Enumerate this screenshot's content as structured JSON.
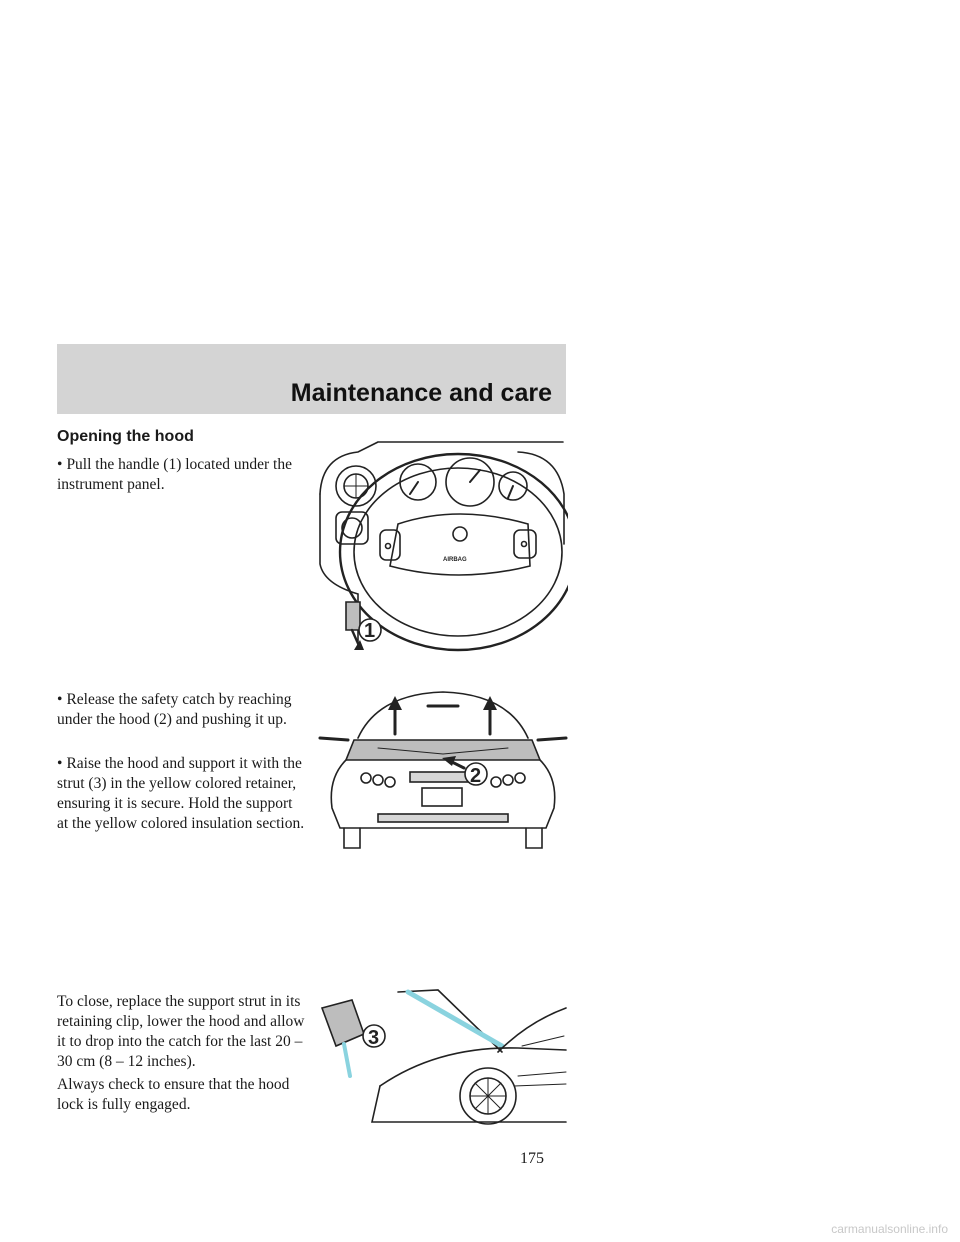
{
  "header": {
    "section_title": "Maintenance and care"
  },
  "heading": "Opening the hood",
  "paragraphs": {
    "p1": "Pull the handle (1) located under the instrument panel.",
    "p2": "Release the safety catch by reaching under the hood (2) and pushing it up.",
    "p3": "Raise the hood and support it with the strut (3) in the yellow colored retainer, ensuring it is secure. Hold the support at the yellow colored insulation section.",
    "p4": "To close, replace the support strut in its retaining clip, lower the hood and allow it to drop into the catch for the last 20 – 30 cm (8 – 12 inches).",
    "p5": "Always check to ensure that the hood lock is fully engaged."
  },
  "figures": {
    "fig1": {
      "callout": "1",
      "airbag_label": "AIRBAG",
      "description_icon": "steering-wheel-illustration"
    },
    "fig2": {
      "callout": "2",
      "description_icon": "car-front-illustration"
    },
    "fig3": {
      "callout": "3",
      "description_icon": "car-hood-strut-illustration"
    }
  },
  "page_number": "175",
  "footer_text": "carmanualsonline.info",
  "colors": {
    "band": "#d4d4d4",
    "strut": "#8ad3df",
    "hood_shade": "#bdbdbd"
  }
}
